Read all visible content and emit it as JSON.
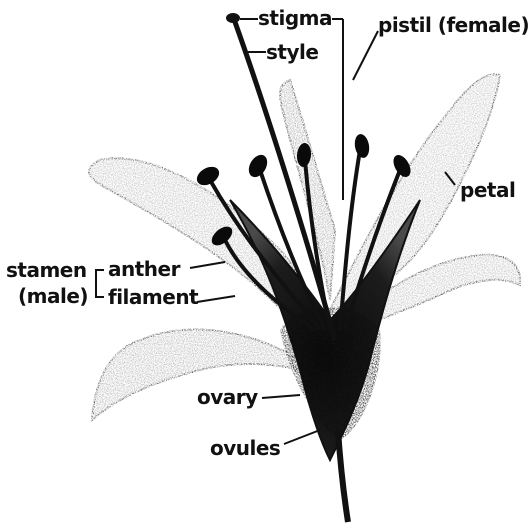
{
  "labels": {
    "stigma": "stigma",
    "style": "style",
    "pistil": "pistil (female)",
    "petal": "petal",
    "stamen": "stamen",
    "stamen_sex": "(male)",
    "anther": "anther",
    "filament": "filament",
    "ovary": "ovary",
    "ovules": "ovules"
  },
  "colors": {
    "ink": "#111111",
    "petal_fill": "#bdbdbd",
    "petal_dark": "#2a2a2a"
  }
}
